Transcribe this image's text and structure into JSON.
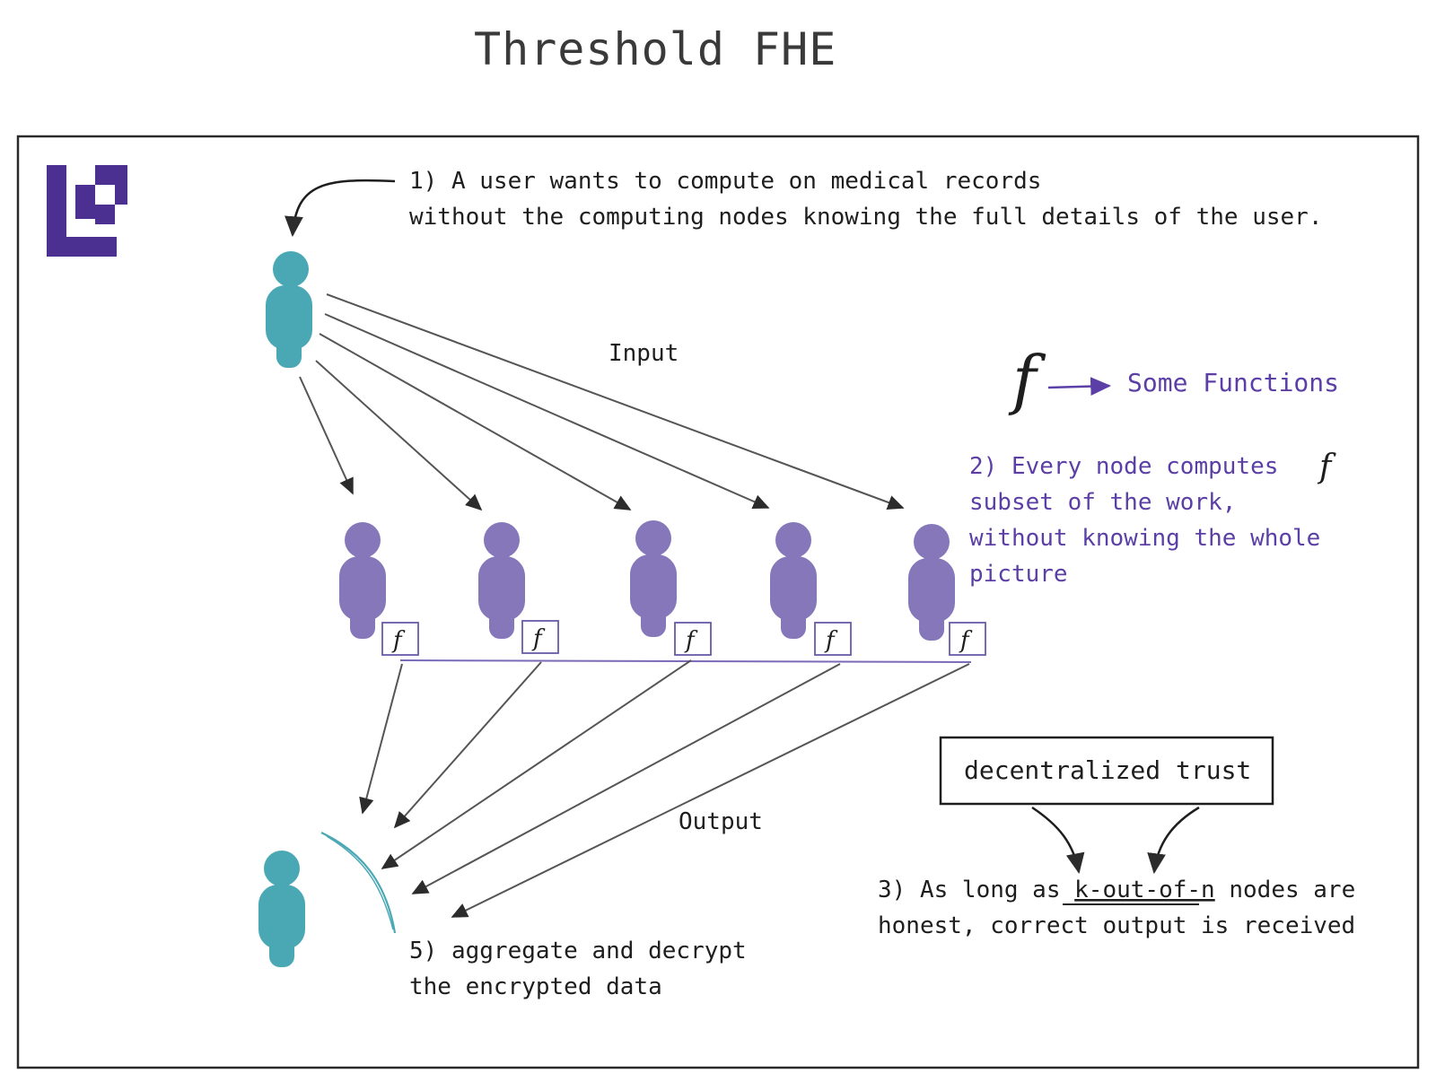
{
  "title": "Threshold FHE",
  "notes": {
    "step1_line1": "1) A user wants to compute on medical records",
    "step1_line2": "without the computing nodes knowing the full details of the user.",
    "input_label": "Input",
    "output_label": "Output",
    "legend_symbol": "f",
    "legend_text": "Some Functions",
    "step2_line1": "2) Every node computes",
    "step2_symbol": "f",
    "step2_line2": "subset of the work,",
    "step2_line3": "without knowing the whole",
    "step2_line4": "picture",
    "trust_box": "decentralized trust",
    "step3_line1_a": "3) As long as ",
    "step3_line1_b": "k-out-of-n",
    "step3_line1_c": " nodes are",
    "step3_line2": "honest, correct output is received",
    "step5_line1": "5) aggregate and decrypt",
    "step5_line2": "the encrypted data"
  },
  "nodes": [
    {
      "function_label": "f"
    },
    {
      "function_label": "f"
    },
    {
      "function_label": "f"
    },
    {
      "function_label": "f"
    },
    {
      "function_label": "f"
    }
  ],
  "colors": {
    "user": "#4aa8b5",
    "node": "#8577b9",
    "accent": "#5b3fa6",
    "stroke": "#1e1e1e",
    "arrow": "#555555",
    "logo": "#4b2f91"
  },
  "icons": [
    "logo-icon",
    "user-icon",
    "node-icon",
    "function-box-icon",
    "arrow-icon"
  ]
}
